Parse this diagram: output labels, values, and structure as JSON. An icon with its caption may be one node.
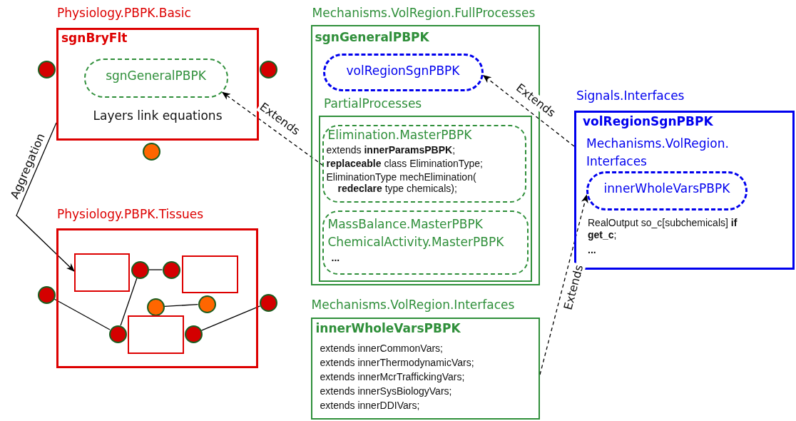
{
  "diagram": {
    "nodes": [
      {
        "text": [
          "Physiology.PBPK.Basic",
          "sgnBryFlt",
          "Layers link equations"
        ]
      },
      {
        "text": [
          "sgnGeneralPBPK"
        ],
        "in": 0
      },
      {
        "text": [],
        "shape": "circle"
      },
      {
        "text": [],
        "shape": "circle"
      },
      {
        "text": [],
        "shape": "circle"
      },
      {
        "text": [
          "Physiology.PBPK.Tissues"
        ]
      },
      {
        "text": [],
        "shape": "box",
        "in": 5
      },
      {
        "text": [],
        "shape": "circle",
        "in": 5
      },
      {
        "text": [],
        "shape": "circle",
        "in": 5
      },
      {
        "text": [],
        "shape": "box",
        "in": 5
      },
      {
        "text": [],
        "shape": "circle"
      },
      {
        "text": [],
        "shape": "circle",
        "in": 5
      },
      {
        "text": [],
        "shape": "circle",
        "in": 5
      },
      {
        "text": [],
        "shape": "circle"
      },
      {
        "text": [],
        "shape": "circle",
        "in": 5
      },
      {
        "text": [],
        "shape": "box",
        "in": 5
      },
      {
        "text": [],
        "shape": "circle",
        "in": 5
      },
      {
        "text": [
          "Mechanisms.VolRegion.FullProcesses",
          "sgnGeneralPBPK"
        ]
      },
      {
        "text": [
          "volRegionSgnPBPK"
        ],
        "in": 17
      },
      {
        "text": [
          "PartialProcesses"
        ],
        "in": 17
      },
      {
        "text": [
          "Elimination.MasterPBPK",
          "extends **innerParamsPBPK**;",
          "**replaceable** class EliminationType;",
          "EliminationType mechElimination( **redeclare** type chemicals);"
        ],
        "in": 19
      },
      {
        "text": [
          "MassBalance.MasterPBPK",
          "ChemicalActivity.MasterPBPK",
          "..."
        ],
        "in": 19
      },
      {
        "text": [
          "Mechanisms.VolRegion.Interfaces",
          "innerWholeVarsPBPK",
          "extends innerCommonVars;",
          "extends innerThermodynamicVars;",
          "extends innerMcrTraffickingVars;",
          "extends innerSysBiologyVars;",
          "extends innerDDIVars;"
        ]
      },
      {
        "text": [
          "Signals.Interfaces",
          "volRegionSgnPBPK",
          "Mechanisms.VolRegion. Interfaces",
          "RealOutput so_c[subchemicals] **if get_c**;",
          "..."
        ]
      },
      {
        "text": [
          "innerWholeVarsPBPK"
        ],
        "in": 23
      }
    ],
    "edges": [
      {
        "from": 0,
        "to": 6,
        "arrow": "to",
        "label": "Aggregation"
      },
      {
        "from": 10,
        "to": 14,
        "arrow": "none"
      },
      {
        "from": 14,
        "to": 7,
        "arrow": "none"
      },
      {
        "from": 7,
        "to": 8,
        "arrow": "none"
      },
      {
        "from": 11,
        "to": 12,
        "arrow": "none"
      },
      {
        "from": 16,
        "to": 13,
        "arrow": "none"
      },
      {
        "from": 20,
        "to": 1,
        "arrow": "to",
        "label": "Extends",
        "style": "dashed"
      },
      {
        "from": 23,
        "to": 18,
        "arrow": "to",
        "label": "Extends",
        "style": "dashed"
      },
      {
        "from": 22,
        "to": 24,
        "arrow": "to",
        "label": "Extends",
        "style": "dashed"
      }
    ]
  }
}
